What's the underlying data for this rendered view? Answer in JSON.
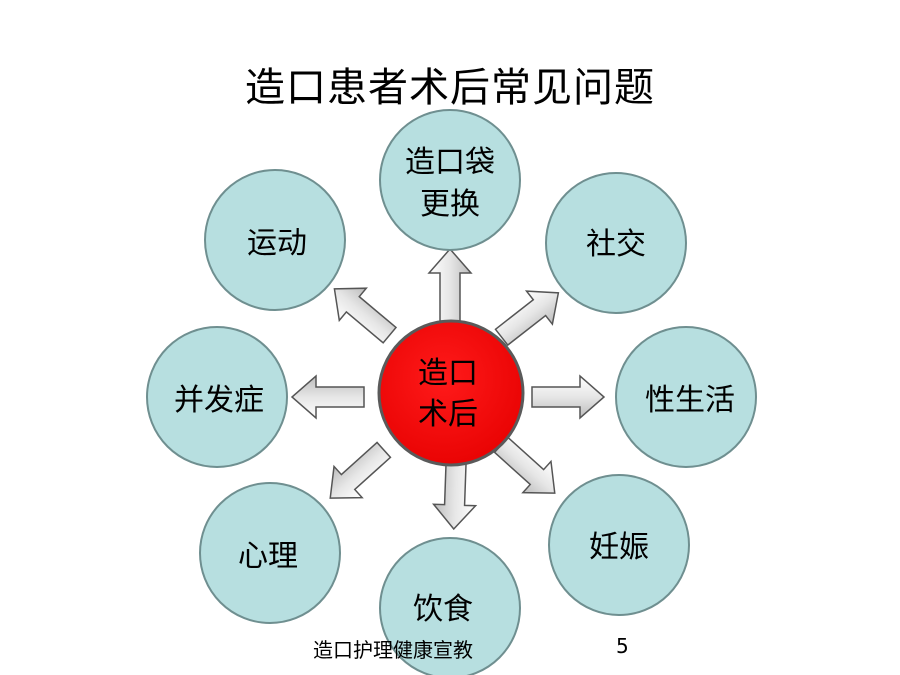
{
  "slide": {
    "title": "造口患者术后常见问题",
    "center": {
      "line1": "造口",
      "line2": "术后"
    },
    "nodes": [
      {
        "id": "pouch",
        "line1": "造口袋",
        "line2": "更换"
      },
      {
        "id": "social",
        "line1": "社交"
      },
      {
        "id": "sex",
        "line1": "性生活"
      },
      {
        "id": "pregnancy",
        "line1": "妊娠"
      },
      {
        "id": "diet",
        "line1": "饮食"
      },
      {
        "id": "psychology",
        "line1": "心理"
      },
      {
        "id": "complication",
        "line1": "并发症"
      },
      {
        "id": "exercise",
        "line1": "运动"
      }
    ],
    "footer": "造口护理健康宣教",
    "page_number": "5"
  },
  "colors": {
    "node_fill": "#b7dfe0",
    "node_stroke": "#6f8f90",
    "center_fill": "#ff0000",
    "arrow_fill": "#d9d9d9"
  }
}
